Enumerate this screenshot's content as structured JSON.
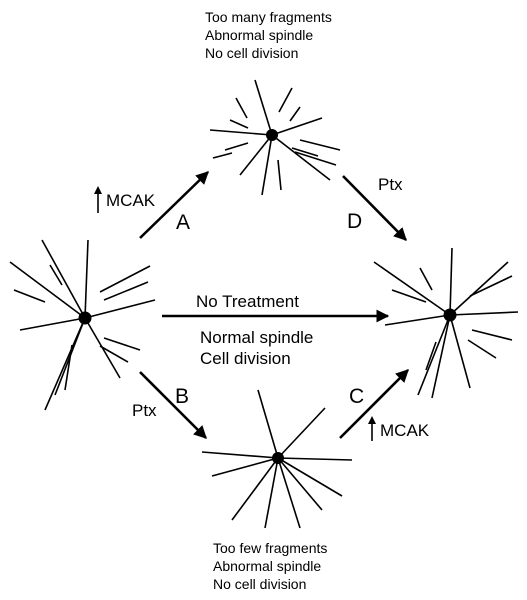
{
  "top_cell": {
    "caption_lines": [
      "Too many fragments",
      "Abnormal spindle",
      "No cell division"
    ]
  },
  "bottom_cell": {
    "caption_lines": [
      "Too few fragments",
      "Abnormal spindle",
      "No cell division"
    ]
  },
  "center": {
    "arrow_label": "No Treatment",
    "outcome_lines": [
      "Normal spindle",
      "Cell division"
    ]
  },
  "paths": {
    "A": {
      "letter": "A",
      "treatment": "MCAK",
      "treatment_modifier": "increase"
    },
    "B": {
      "letter": "B",
      "treatment": "Ptx"
    },
    "C": {
      "letter": "C",
      "treatment": "MCAK",
      "treatment_modifier": "increase"
    },
    "D": {
      "letter": "D",
      "treatment": "Ptx"
    }
  },
  "colors": {
    "ink": "#000000",
    "background": "#ffffff"
  }
}
